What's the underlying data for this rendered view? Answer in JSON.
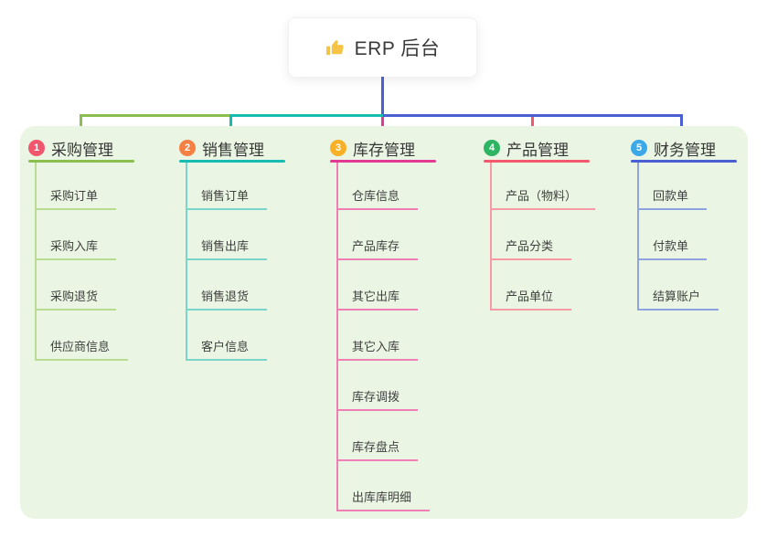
{
  "root": {
    "title": "ERP 后台",
    "icon": "thumbs-up-icon"
  },
  "colors": {
    "top_link": "#4a5fd1",
    "panel_bg": "#eaf6e3",
    "thumb_yellow": "#f6c344",
    "root_text": "#3a3a3a"
  },
  "branches": [
    {
      "num": "1",
      "label": "采购管理",
      "badge_color": "#f2566d",
      "main_color": "#8abf4f",
      "sub_color": "#b8dc92",
      "items": [
        "采购订单",
        "采购入库",
        "采购退货",
        "供应商信息"
      ]
    },
    {
      "num": "2",
      "label": "销售管理",
      "badge_color": "#f58044",
      "main_color": "#17bcb1",
      "sub_color": "#7ad6cb",
      "items": [
        "销售订单",
        "销售出库",
        "销售退货",
        "客户信息"
      ]
    },
    {
      "num": "3",
      "label": "库存管理",
      "badge_color": "#f8b026",
      "main_color": "#e23a92",
      "sub_color": "#f07fb5",
      "items": [
        "仓库信息",
        "产品库存",
        "其它出库",
        "其它入库",
        "库存调拨",
        "库存盘点",
        "出库库明细"
      ]
    },
    {
      "num": "4",
      "label": "产品管理",
      "badge_color": "#2eb564",
      "main_color": "#f4586d",
      "sub_color": "#f79aa5",
      "items": [
        "产品（物料）",
        "产品分类",
        "产品单位"
      ]
    },
    {
      "num": "5",
      "label": "财务管理",
      "badge_color": "#3ba8e8",
      "main_color": "#4a5fd1",
      "sub_color": "#8fa3de",
      "items": [
        "回款单",
        "付款单",
        "结算账户"
      ]
    }
  ]
}
